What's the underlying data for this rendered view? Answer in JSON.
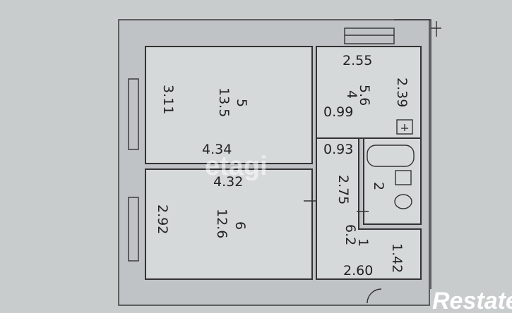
{
  "dimensions": {
    "kitchen_width": "2.55",
    "kitchen_depth": "2.39",
    "kitchen_area": "5.6",
    "kitchen_number": "4",
    "corridor_small": "0.99",
    "corridor_gap": "0.93",
    "bath_length": "2.75",
    "bath_number": "2",
    "hall_area": "6.2",
    "hall_number": "1",
    "hall_depth": "1.42",
    "hall_width": "2.60",
    "room5_height": "3.11",
    "room5_width": "4.34",
    "room5_area": "13.5",
    "room5_number": "5",
    "room6_width": "4.32",
    "room6_height": "2.92",
    "room6_area": "12.6",
    "room6_number": "6"
  },
  "watermark": "etagi",
  "brand": "Restate",
  "colors": {
    "paper": "#c9cccd",
    "wall": "#bfc3c5",
    "room": "#d6d9da",
    "ink": "#222222"
  }
}
